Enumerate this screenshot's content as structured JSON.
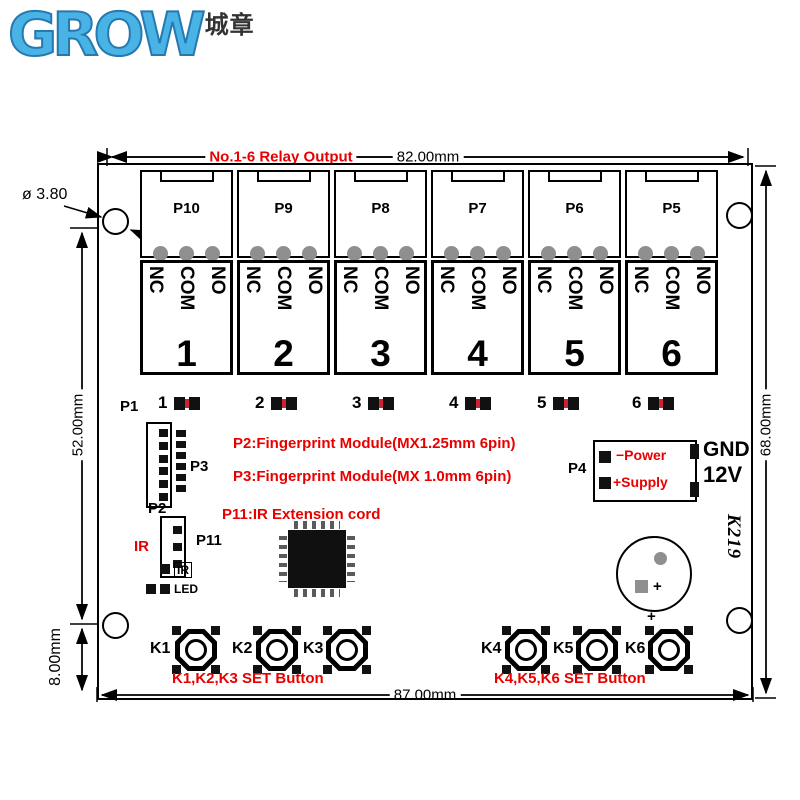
{
  "logo": {
    "text": "GROW",
    "suffix": "城章"
  },
  "dimensions": {
    "top": "82.00mm",
    "bottom": "87.00mm",
    "right": "68.00mm",
    "left": "52.00mm",
    "left_small": "8.00mm",
    "hole_diameter": "ø 3.80"
  },
  "annotations": {
    "relay_output": "No.1-6 Relay Output",
    "p2_module": "P2:Fingerprint Module(MX1.25mm 6pin)",
    "p3_module": "P3:Fingerprint Module(MX 1.0mm 6pin)",
    "p11_ir": "P11:IR Extension cord",
    "ir": "IR",
    "k123": "K1,K2,K3 SET Button",
    "k456": "K4,K5,K6 SET Button"
  },
  "relays": [
    {
      "port": "P10",
      "num": "1",
      "pins": [
        "NC",
        "COM",
        "NO"
      ]
    },
    {
      "port": "P9",
      "num": "2",
      "pins": [
        "NC",
        "COM",
        "NO"
      ]
    },
    {
      "port": "P8",
      "num": "3",
      "pins": [
        "NC",
        "COM",
        "NO"
      ]
    },
    {
      "port": "P7",
      "num": "4",
      "pins": [
        "NC",
        "COM",
        "NO"
      ]
    },
    {
      "port": "P6",
      "num": "5",
      "pins": [
        "NC",
        "COM",
        "NO"
      ]
    },
    {
      "port": "P5",
      "num": "6",
      "pins": [
        "NC",
        "COM",
        "NO"
      ]
    }
  ],
  "led_indicators": [
    "1",
    "2",
    "3",
    "4",
    "5",
    "6"
  ],
  "labels": {
    "p1": "P1",
    "p2": "P2",
    "p3": "P3",
    "p4": "P4",
    "p11": "P11",
    "ir_pad": "IR",
    "led_pad": "LED",
    "power": "−Power",
    "supply": "+Supply",
    "gnd": "GND",
    "v12": "12V",
    "model": "K219",
    "plus": "+"
  },
  "buttons": [
    "K1",
    "K2",
    "K3",
    "K4",
    "K5",
    "K6"
  ]
}
